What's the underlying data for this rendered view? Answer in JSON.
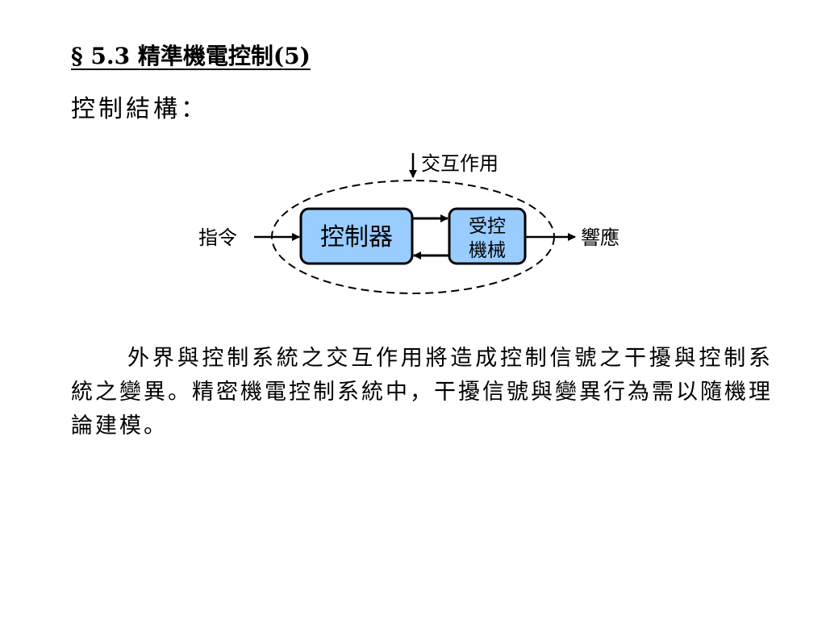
{
  "slide": {
    "title": "§ 5.3 精準機電控制(5)",
    "section_heading": "控制結構："
  },
  "diagram": {
    "controller_label": "控制器",
    "plant_label_line1": "受控",
    "plant_label_line2": "機械",
    "input_label": "指令",
    "output_label": "響應",
    "interaction_label": "交互作用",
    "colors": {
      "block_fill": "#99ccff",
      "stroke": "#000000"
    }
  },
  "body": {
    "paragraph": "外界與控制系統之交互作用將造成控制信號之干擾與控制系統之變異。精密機電控制系統中，干擾信號與變異行為需以隨機理論建模。"
  }
}
